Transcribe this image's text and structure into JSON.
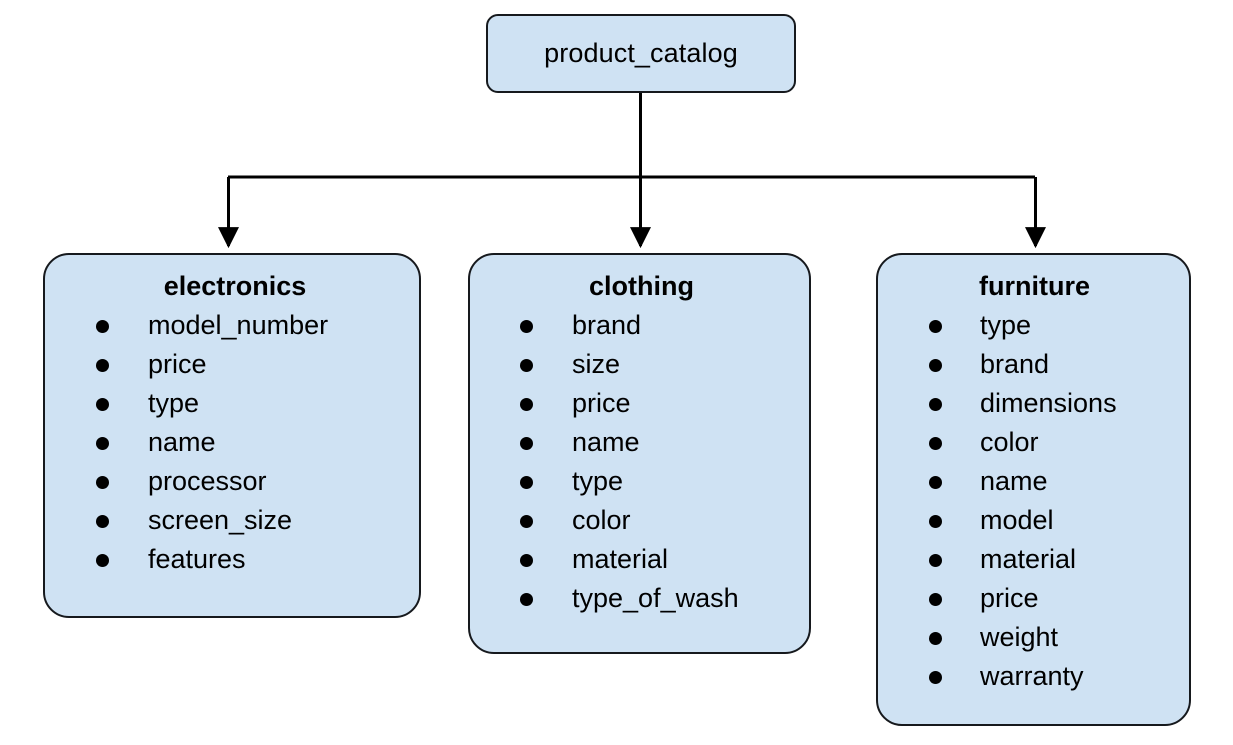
{
  "diagram": {
    "type": "tree",
    "orientation": "top-down",
    "background_color": "#ffffff",
    "node_fill_color": "#cfe2f3",
    "node_border_color": "#16191d",
    "connector_color": "#000000",
    "root": {
      "id": "product_catalog",
      "label": "product_catalog"
    },
    "children": [
      {
        "id": "electronics",
        "title": "electronics",
        "fields": [
          "model_number",
          "price",
          "type",
          "name",
          "processor",
          "screen_size",
          "features"
        ]
      },
      {
        "id": "clothing",
        "title": "clothing",
        "fields": [
          "brand",
          "size",
          "price",
          "name",
          "type",
          "color",
          "material",
          "type_of_wash"
        ]
      },
      {
        "id": "furniture",
        "title": "furniture",
        "fields": [
          "type",
          "brand",
          "dimensions",
          "color",
          "name",
          "model",
          "material",
          "price",
          "weight",
          "warranty"
        ]
      }
    ]
  }
}
